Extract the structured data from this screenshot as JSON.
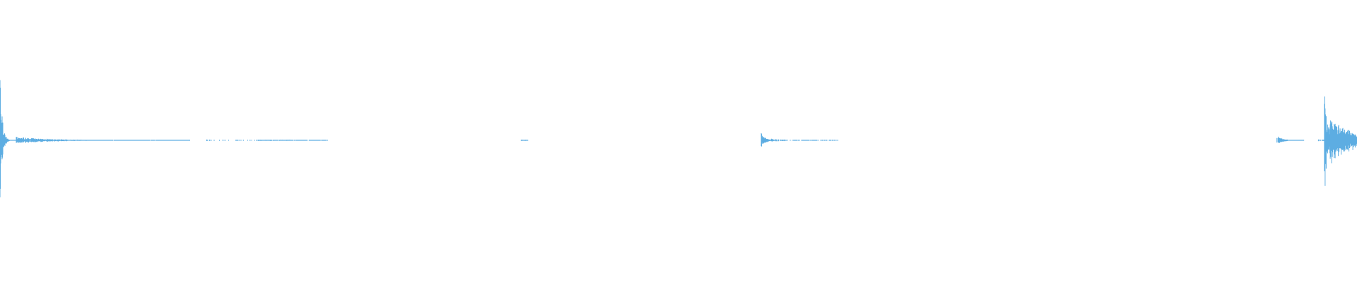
{
  "waveform": {
    "color": "#5dade2",
    "background": "#ffffff",
    "normalized_duration": 1,
    "bursts": [
      {
        "start": 0.0,
        "end": 0.012,
        "peak": 0.61,
        "decay": 2.5,
        "density": 1.0
      },
      {
        "start": 0.012,
        "end": 0.14,
        "peak": 0.03,
        "decay": 1.6,
        "density": 0.9
      },
      {
        "start": 0.15,
        "end": 0.19,
        "peak": 0.012,
        "decay": 0.6,
        "density": 0.15
      },
      {
        "start": 0.19,
        "end": 0.242,
        "peak": 0.006,
        "decay": 0.2,
        "density": 0.8
      },
      {
        "start": 0.384,
        "end": 0.389,
        "peak": 0.006,
        "decay": 0.0,
        "density": 0.7
      },
      {
        "start": 0.561,
        "end": 0.568,
        "peak": 0.06,
        "decay": 0.7,
        "density": 1.0
      },
      {
        "start": 0.568,
        "end": 0.618,
        "peak": 0.015,
        "decay": 1.4,
        "density": 0.5
      },
      {
        "start": 0.941,
        "end": 0.961,
        "peak": 0.05,
        "decay": 1.8,
        "density": 0.9
      },
      {
        "start": 0.971,
        "end": 0.976,
        "peak": 0.01,
        "decay": 0.1,
        "density": 0.4
      },
      {
        "start": 0.976,
        "end": 0.98,
        "peak": 0.48,
        "decay": 0.6,
        "density": 1.0
      },
      {
        "start": 0.98,
        "end": 1.0,
        "peak": 0.22,
        "decay": 0.4,
        "density": 1.0
      }
    ]
  }
}
